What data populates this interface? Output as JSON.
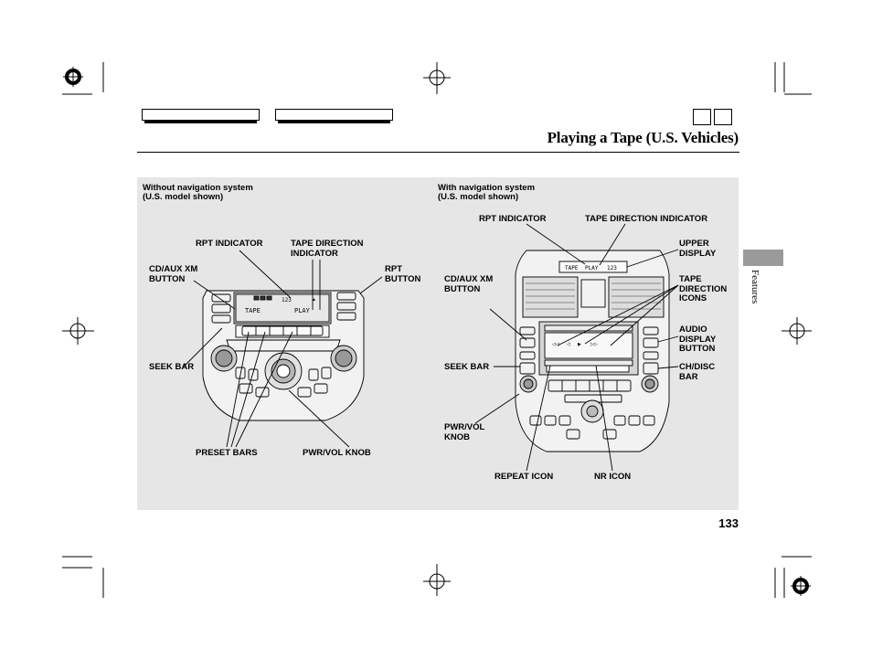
{
  "page": {
    "title": "Playing a Tape (U.S. Vehicles)",
    "section_tab": "Features",
    "page_number": "133"
  },
  "left_figure": {
    "header": "Without navigation system\n(U.S. model shown)",
    "display_text": [
      "TAPE",
      "PLAY",
      "123"
    ],
    "labels": {
      "cd_aux": "CD/AUX XM\nBUTTON",
      "rpt_indicator": "RPT INDICATOR",
      "tape_direction": "TAPE DIRECTION\nINDICATOR",
      "rpt_button": "RPT\nBUTTON",
      "seek_bar": "SEEK BAR",
      "preset_bars": "PRESET BARS",
      "pwr_vol": "PWR/VOL KNOB"
    }
  },
  "right_figure": {
    "header": "With navigation system\n(U.S. model shown)",
    "display_text": [
      "TAPE",
      "PLAY",
      "123"
    ],
    "labels": {
      "rpt_indicator": "RPT INDICATOR",
      "tape_direction_indicator": "TAPE DIRECTION INDICATOR",
      "upper_display": "UPPER\nDISPLAY",
      "cd_aux": "CD/AUX XM\nBUTTON",
      "tape_direction_icons": "TAPE\nDIRECTION\nICONS",
      "audio_display_button": "AUDIO\nDISPLAY\nBUTTON",
      "seek_bar": "SEEK BAR",
      "ch_disc_bar": "CH/DISC\nBAR",
      "pwr_vol": "PWR/VOL\nKNOB",
      "repeat_icon": "REPEAT ICON",
      "nr_icon": "NR ICON"
    }
  }
}
